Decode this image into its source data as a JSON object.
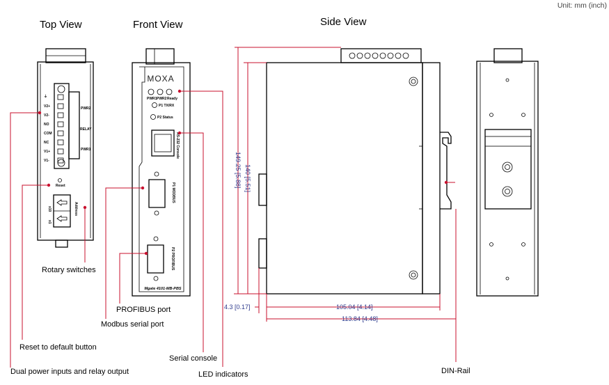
{
  "unit_label": "Unit: mm (inch)",
  "views": {
    "top": "Top View",
    "front": "Front View",
    "side": "Side View"
  },
  "top_view": {
    "terminals": [
      "V2+",
      "V2-",
      "NO",
      "COM",
      "NC",
      "V1+",
      "V1-"
    ],
    "groups": [
      "PWR2",
      "RELAY",
      "PWR1"
    ],
    "reset": "Reset",
    "rotary": [
      "x10",
      "x1"
    ],
    "address": "Address"
  },
  "front_view": {
    "logo": "MOXA",
    "leds": [
      "PWR1",
      "PWR2",
      "Ready"
    ],
    "led_p1": "P1  TX/RX",
    "led_p2": "P2  Status",
    "console": "RS-232 Console",
    "port1": "P1 MODBUS",
    "port2": "P2 PROFIBUS",
    "model": "Mgate 4101-MB-PBS"
  },
  "dimensions": {
    "height_total": "149.25 [5.88]",
    "height_body": "140 [5.51]",
    "offset": "4.3 [0.17]",
    "depth_body": "105.04 [4.14]",
    "depth_total": "113.84 [4.48]"
  },
  "callouts": {
    "rotary": "Rotary switches",
    "profibus": "PROFIBUS port",
    "modbus": "Modbus serial port",
    "reset": "Reset to default button",
    "console": "Serial console",
    "power": "Dual power inputs and relay output",
    "leds": "LED indicators",
    "din": "DIN-Rail"
  },
  "colors": {
    "callout": "#c8102e",
    "dimension": "#2e3a8c"
  }
}
